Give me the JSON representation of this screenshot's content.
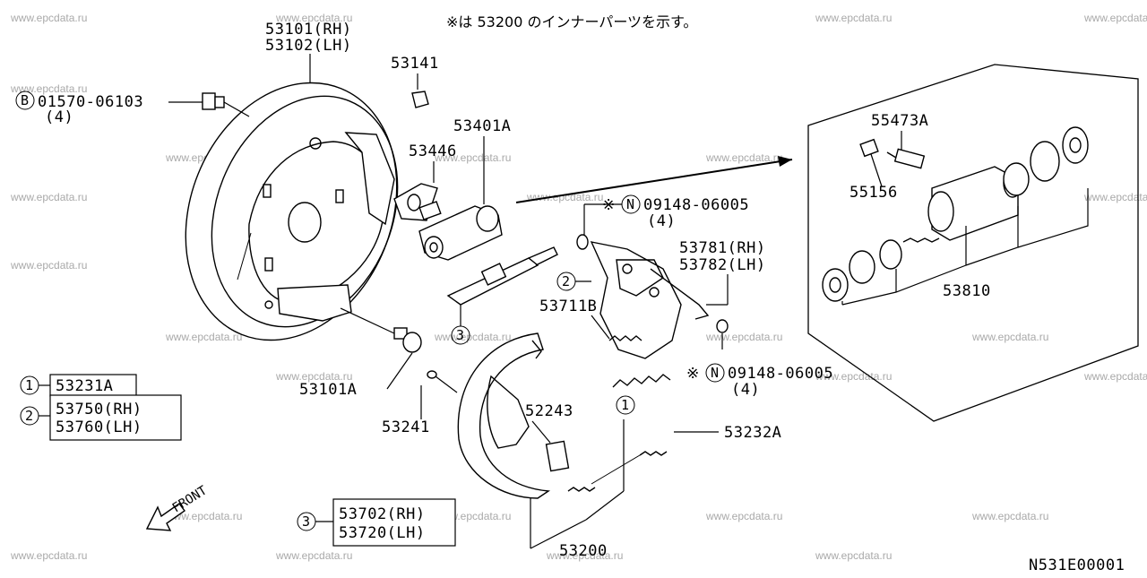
{
  "header_note": "※は 53200 のインナーパーツを示す。",
  "watermark": "www.epcdata.ru",
  "diagram_code": "N531E00001",
  "front_label": "FRONT",
  "labels": {
    "backplate_rh": "53101(RH)",
    "backplate_lh": "53102(LH)",
    "bolt_prefix": "B",
    "bolt": "01570-06103",
    "bolt_qty": "(4)",
    "cap": "53141",
    "cylinder": "53401A",
    "bleeder": "53446",
    "nut_top_prefix": "N",
    "nut_top": "09148-06005",
    "nut_top_qty": "(4)",
    "inner_mark": "※",
    "lever_rh": "53781(RH)",
    "lever_lh": "53782(LH)",
    "spring_b": "53711B",
    "nut_mid_prefix": "N",
    "nut_mid": "09148-06005",
    "nut_mid_qty": "(4)",
    "plug": "53101A",
    "pin": "53241",
    "clip": "52243",
    "spring_a": "53232A",
    "shoe_set": "53200",
    "kit_boot": "55473A",
    "kit_bleeder": "55156",
    "kit_cylinder": "53810"
  },
  "legend": [
    {
      "num": "1",
      "parts": [
        "53231A"
      ]
    },
    {
      "num": "2",
      "parts": [
        "53750(RH)",
        "53760(LH)"
      ]
    },
    {
      "num": "3",
      "parts": [
        "53702(RH)",
        "53720(LH)"
      ]
    }
  ],
  "callouts": {
    "c2": "2",
    "c3": "3",
    "c1": "1"
  }
}
